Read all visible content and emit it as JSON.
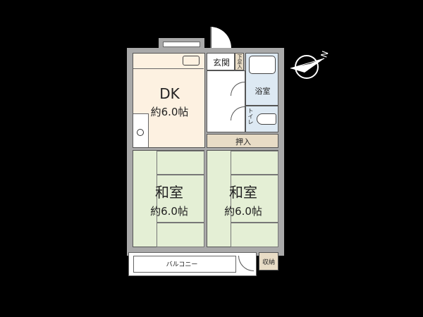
{
  "floorplan": {
    "rooms": {
      "dk": {
        "name": "DK",
        "size": "約6.0帖",
        "color": "#fdf1e1"
      },
      "washitsu1": {
        "name": "和室",
        "size": "約6.0帖",
        "color": "#e4efd5"
      },
      "washitsu2": {
        "name": "和室",
        "size": "約6.0帖",
        "color": "#e4efd5"
      },
      "genkan": {
        "name": "玄関"
      },
      "geta": {
        "name": "下足入"
      },
      "bath": {
        "name": "浴室",
        "color": "#dde9f3"
      },
      "toilet": {
        "name": "トイレ",
        "color": "#dde9f3"
      },
      "oshiire": {
        "name": "押入",
        "color": "#e8dcc6"
      },
      "balcony": {
        "name": "バルコニー"
      },
      "storage": {
        "name": "収納",
        "color": "#e8dcc6"
      }
    },
    "compass": {
      "label": "N",
      "icon": "north-arrow-icon"
    }
  }
}
